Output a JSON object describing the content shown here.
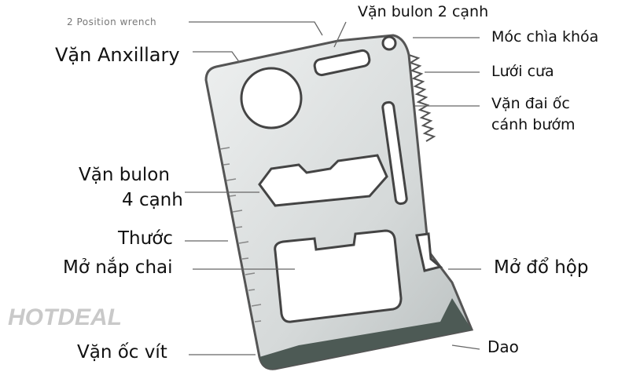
{
  "watermark": "HOTDEAL",
  "labels": {
    "position_wrench": "2 Position wrench",
    "anxillary": "Vặn Anxillary",
    "bulon2": "Vặn bulon 2 cạnh",
    "keyring": "Móc chìa khóa",
    "saw": "Lưới cưa",
    "butterfly_1": "Vặn đai ốc",
    "butterfly_2": "cánh bướm",
    "bulon4_1": "Vặn bulon",
    "bulon4_2": "4 cạnh",
    "ruler": "Thước",
    "bottle": "Mở nắp chai",
    "can": "Mở đổ hộp",
    "screwdriver": "Vặn ốc vít",
    "knife": "Dao"
  },
  "colors": {
    "card": "#d8dcdc",
    "edge": "#555a5a",
    "blade": "#4d5a55"
  }
}
